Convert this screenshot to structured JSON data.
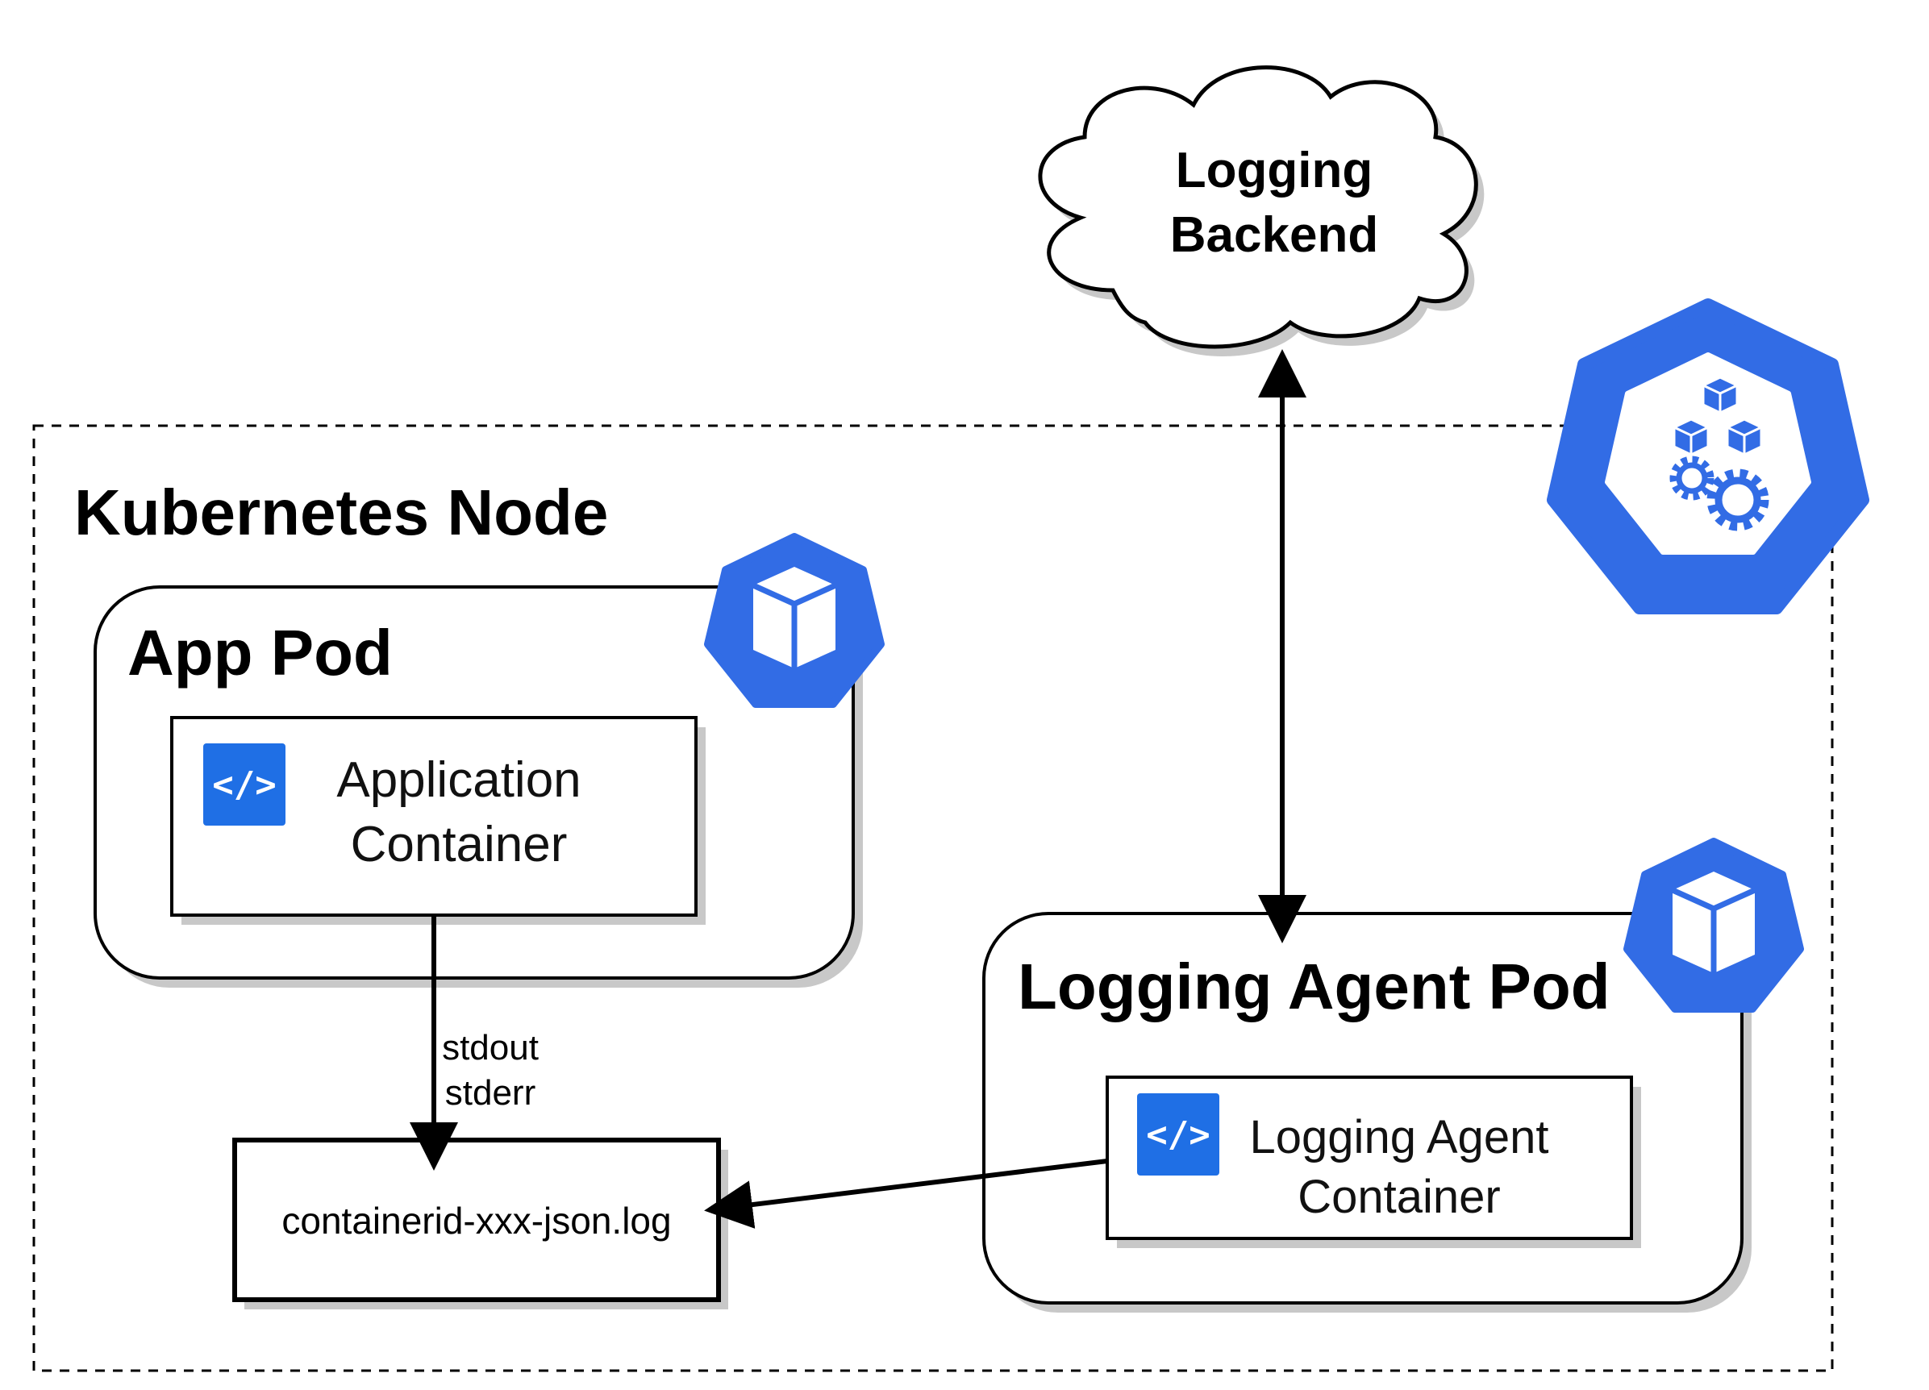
{
  "node": {
    "title": "Kubernetes Node"
  },
  "backend": {
    "line1": "Logging",
    "line2": "Backend"
  },
  "app_pod": {
    "title": "App Pod",
    "container": {
      "line1": "Application",
      "line2": "Container"
    }
  },
  "agent_pod": {
    "title": "Logging Agent Pod",
    "container": {
      "line1": "Logging Agent",
      "line2": "Container"
    }
  },
  "log_file": {
    "label": "containerid-xxx-json.log"
  },
  "streams": {
    "line1": "stdout",
    "line2": "stderr"
  },
  "icons": {
    "code": "</>",
    "pod": "kubernetes-pod-icon",
    "node": "kubernetes-node-icon",
    "cloud": "cloud-icon"
  },
  "colors": {
    "k8s_blue": "#326ce5",
    "code_blue": "#1f6fe5"
  }
}
